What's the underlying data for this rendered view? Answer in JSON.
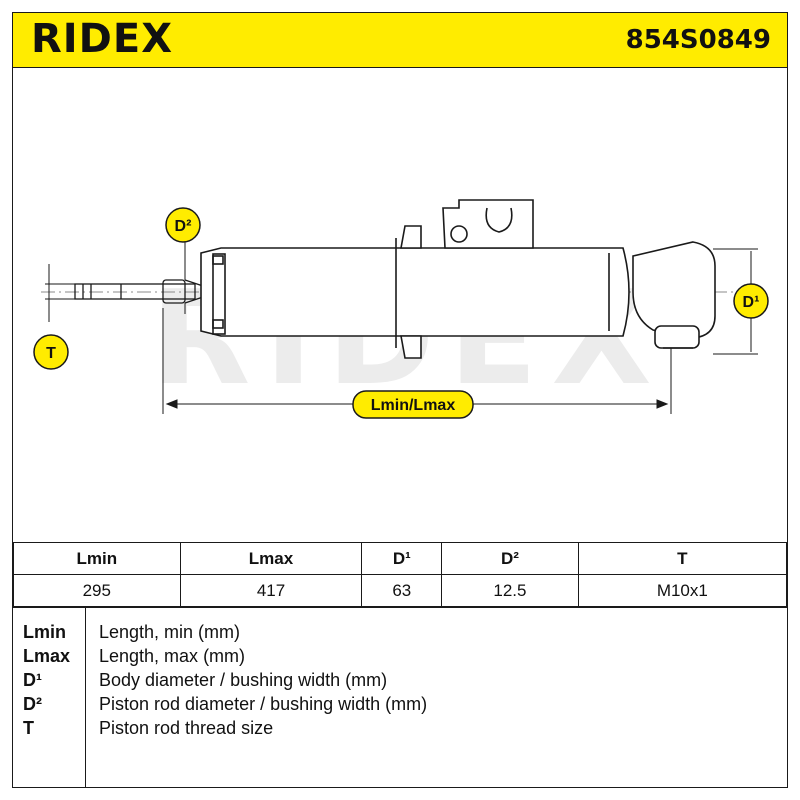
{
  "header": {
    "brand": "RIDEX",
    "part_number": "854S0849"
  },
  "drawing": {
    "watermark": "RIDEX",
    "labels": {
      "d1": "D¹",
      "d2": "D²",
      "t": "T",
      "length": "Lmin/Lmax"
    },
    "colors": {
      "label_fill": "#ffec00",
      "outline": "#1a1a1a",
      "watermark": "#ececec"
    }
  },
  "specs": {
    "headers": [
      "Lmin",
      "Lmax",
      "D¹",
      "D²",
      "T"
    ],
    "values": [
      "295",
      "417",
      "63",
      "12.5",
      "M10x1"
    ]
  },
  "legend": [
    {
      "term": "Lmin",
      "desc": "Length, min (mm)"
    },
    {
      "term": "Lmax",
      "desc": "Length, max (mm)"
    },
    {
      "term": "D¹",
      "desc": "Body diameter / bushing width (mm)"
    },
    {
      "term": "D²",
      "desc": "Piston rod diameter / bushing width (mm)"
    },
    {
      "term": "T",
      "desc": "Piston rod thread size"
    }
  ]
}
